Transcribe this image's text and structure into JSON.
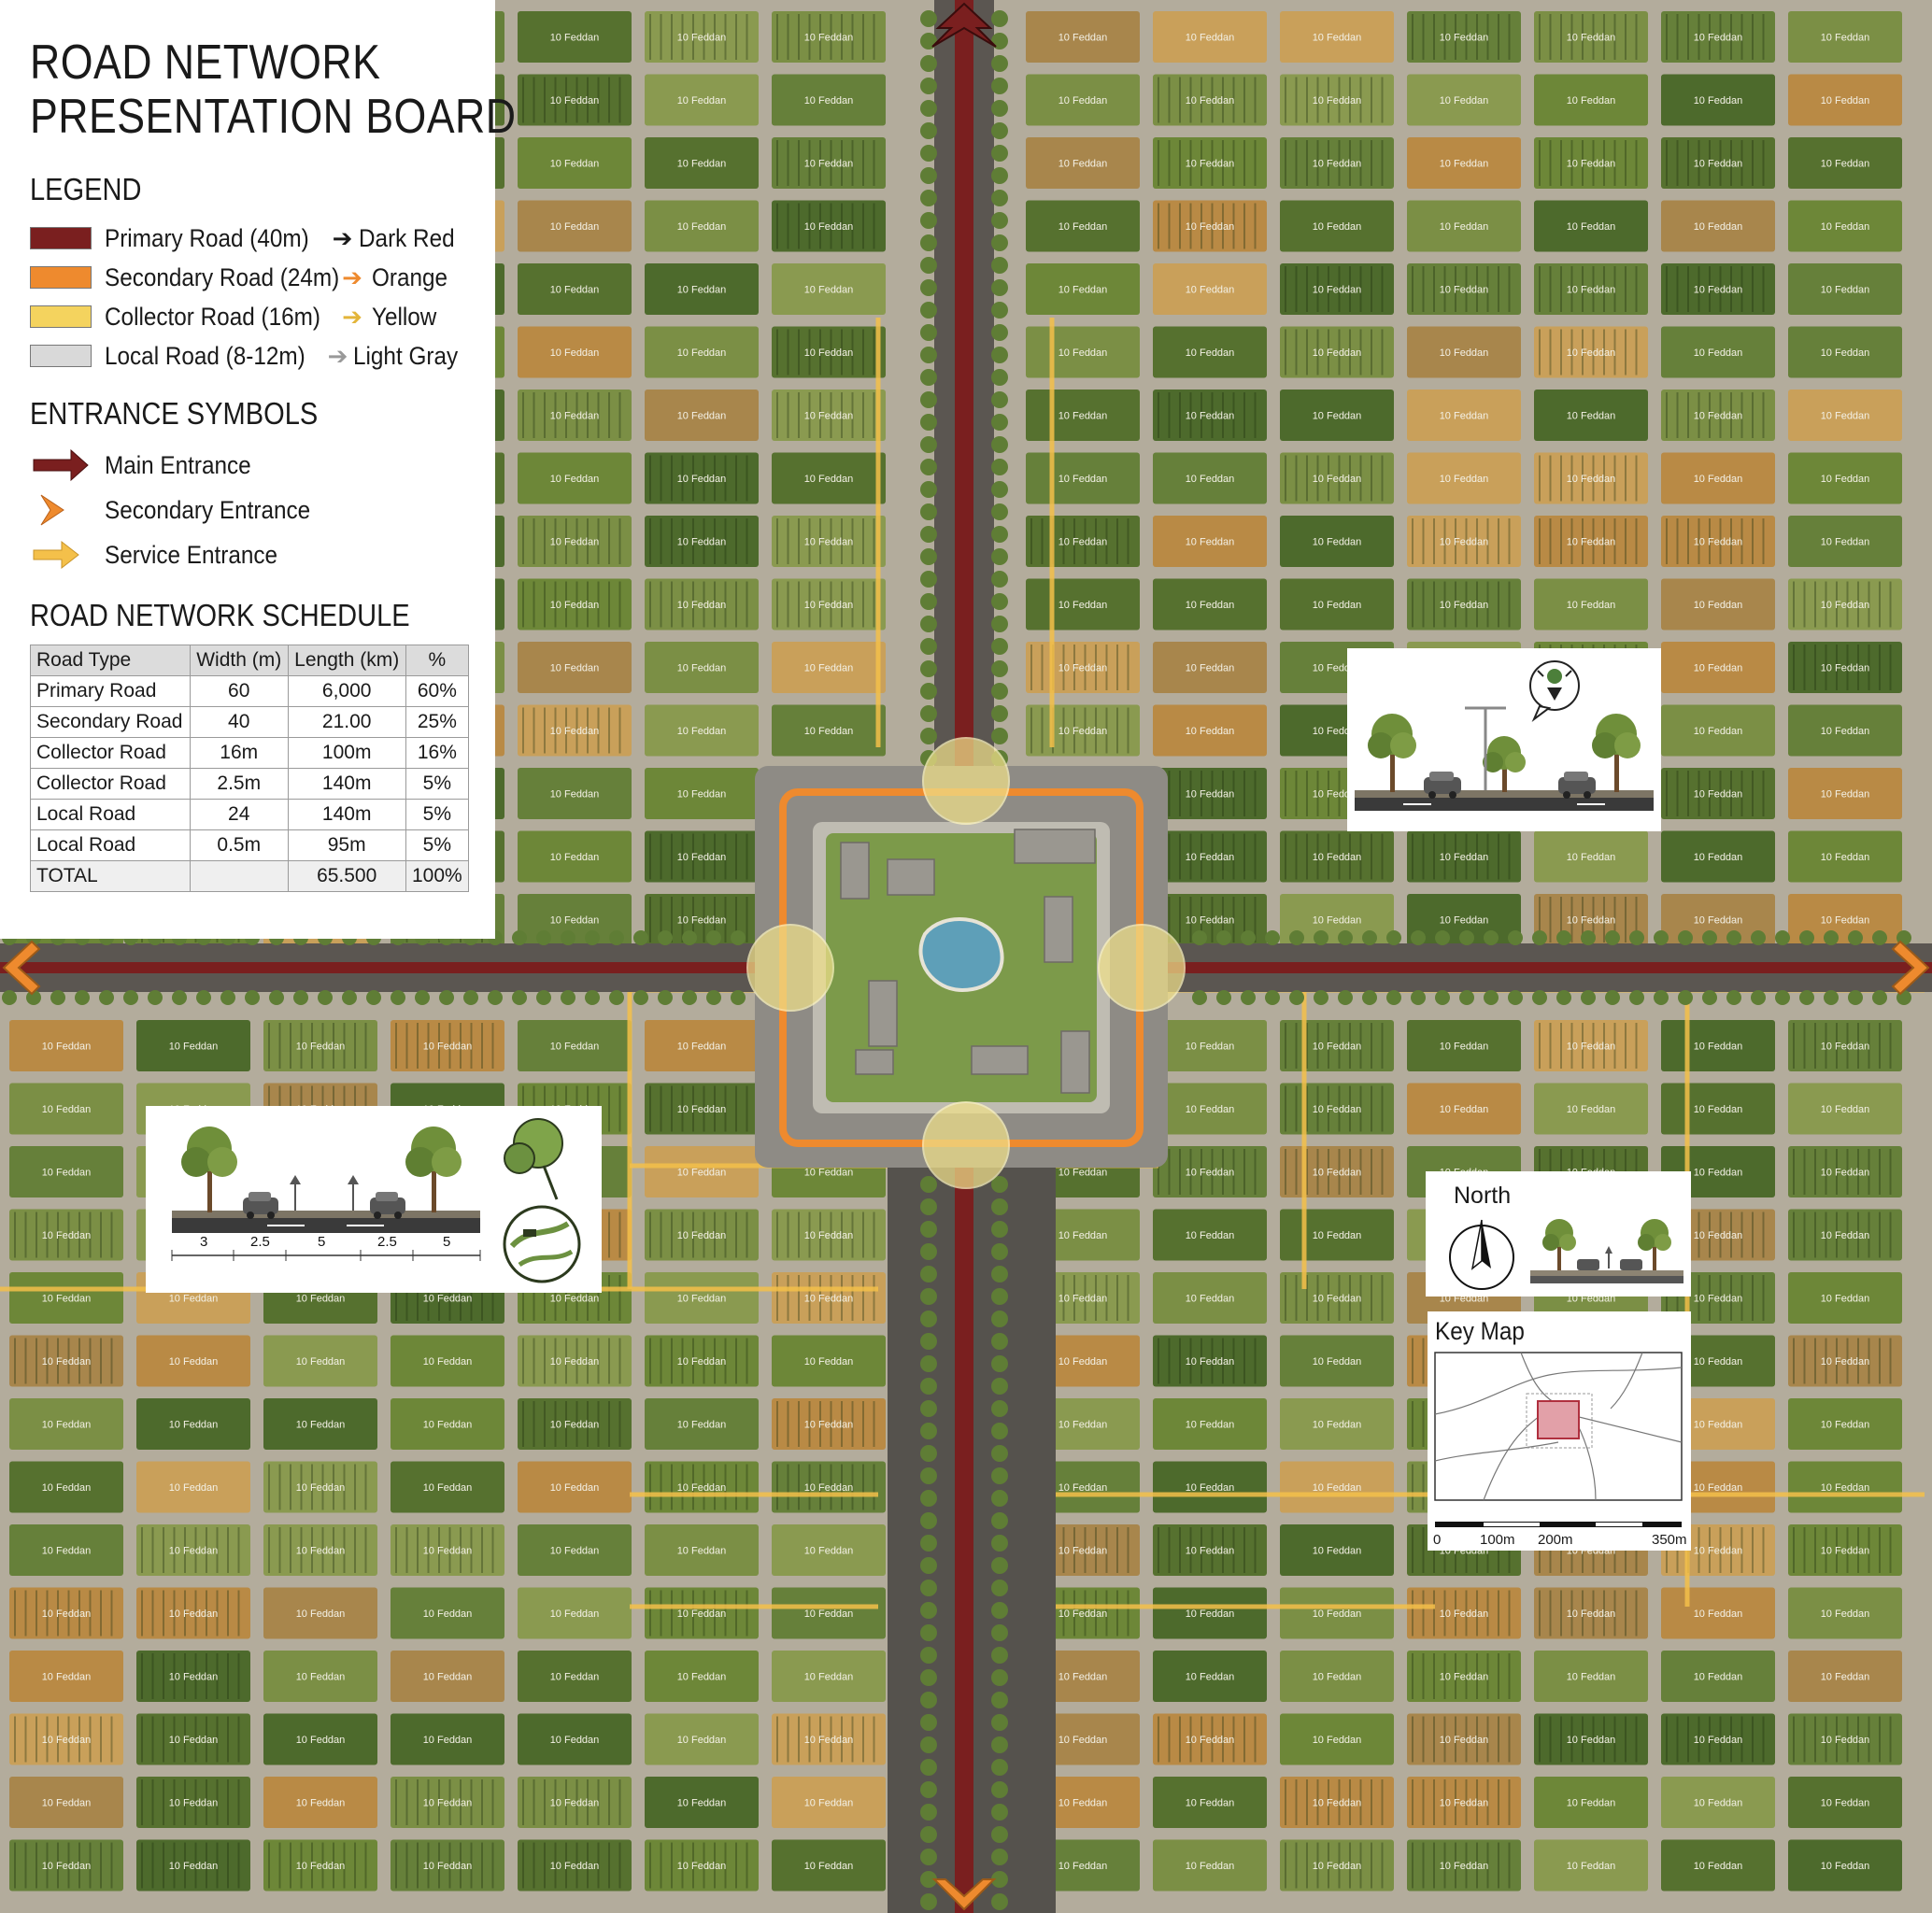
{
  "title_lines": [
    "ROAD NETWORK",
    "PRESENTATION BOARD"
  ],
  "legend": {
    "heading": "LEGEND",
    "items": [
      {
        "label": "Primary Road (40m)",
        "color_name": "Dark Red",
        "swatch": "#7a1f1f",
        "icon": "right-arrow-icon"
      },
      {
        "label": "Secondary Road (24m)",
        "color_name": "Orange",
        "swatch": "#ee8a2e",
        "icon": "right-arrow-icon"
      },
      {
        "label": "Collector Road (16m)",
        "color_name": "Yellow",
        "swatch": "#f4d35e",
        "icon": "right-arrow-icon"
      },
      {
        "label": "Local Road (8-12m)",
        "color_name": "Light Gray",
        "swatch": "#d9d9d9",
        "icon": "right-arrow-icon"
      }
    ]
  },
  "entrances": {
    "heading": "ENTRANCE SYMBOLS",
    "items": [
      {
        "label": "Main Entrance",
        "color": "#7a1f1f",
        "icon": "main-entrance-arrow-icon"
      },
      {
        "label": "Secondary Entrance",
        "color": "#ee8a2e",
        "icon": "secondary-entrance-chevron-icon"
      },
      {
        "label": "Service Entrance",
        "color": "#f4c04a",
        "icon": "service-entrance-arrow-icon"
      }
    ]
  },
  "schedule": {
    "heading": "ROAD NETWORK SCHEDULE",
    "columns": [
      "Road Type",
      "Width (m)",
      "Length (km)",
      "%"
    ],
    "rows": [
      [
        "Primary Road",
        "60",
        "6,000",
        "60%"
      ],
      [
        "Secondary Road",
        "40",
        "21.00",
        "25%"
      ],
      [
        "Collector Road",
        "16m",
        "100m",
        "16%"
      ],
      [
        "Collector Road",
        "2.5m",
        "140m",
        "5%"
      ],
      [
        "Local Road",
        "24",
        "140m",
        "5%"
      ],
      [
        "Local Road",
        "0.5m",
        "95m",
        "5%"
      ]
    ],
    "total": [
      "TOTAL",
      "",
      "65.500",
      "100%"
    ]
  },
  "plot_label": "10 Feddan",
  "section_dims": [
    "3",
    "2.5",
    "5",
    "2.5",
    "5"
  ],
  "north_label": "North",
  "keymap": {
    "label": "Key Map",
    "scale": [
      "0",
      "100m",
      "200m",
      "350m"
    ]
  },
  "colors": {
    "primary_road": "#7a1f1f",
    "secondary_road": "#ee8a2e",
    "collector_road": "#f4c04a",
    "local_road": "#cfcac0",
    "field_greens": [
      "#56712f",
      "#66803a",
      "#7b8f45",
      "#4d6a2c",
      "#8a9a50",
      "#6d8738"
    ],
    "field_tans": [
      "#b98a45",
      "#c9a05a",
      "#a8864c"
    ],
    "water": "#5e9fb8",
    "roundabout": "#f0e08a"
  }
}
